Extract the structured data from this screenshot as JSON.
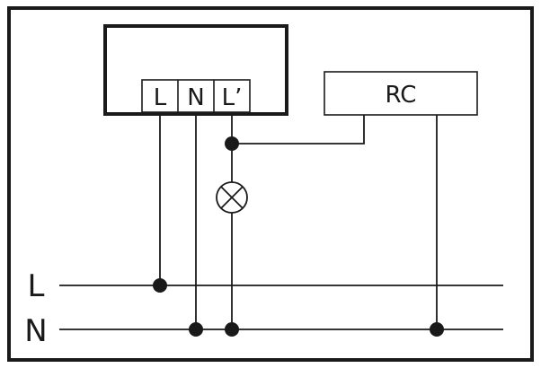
{
  "terminals": {
    "line": "L",
    "neutral": "N",
    "switched_line": "L’"
  },
  "rc_module": {
    "label": "RC"
  },
  "rails": {
    "line": "L",
    "neutral": "N"
  },
  "colors": {
    "ink": "#1a1a1a",
    "background": "#ffffff"
  }
}
